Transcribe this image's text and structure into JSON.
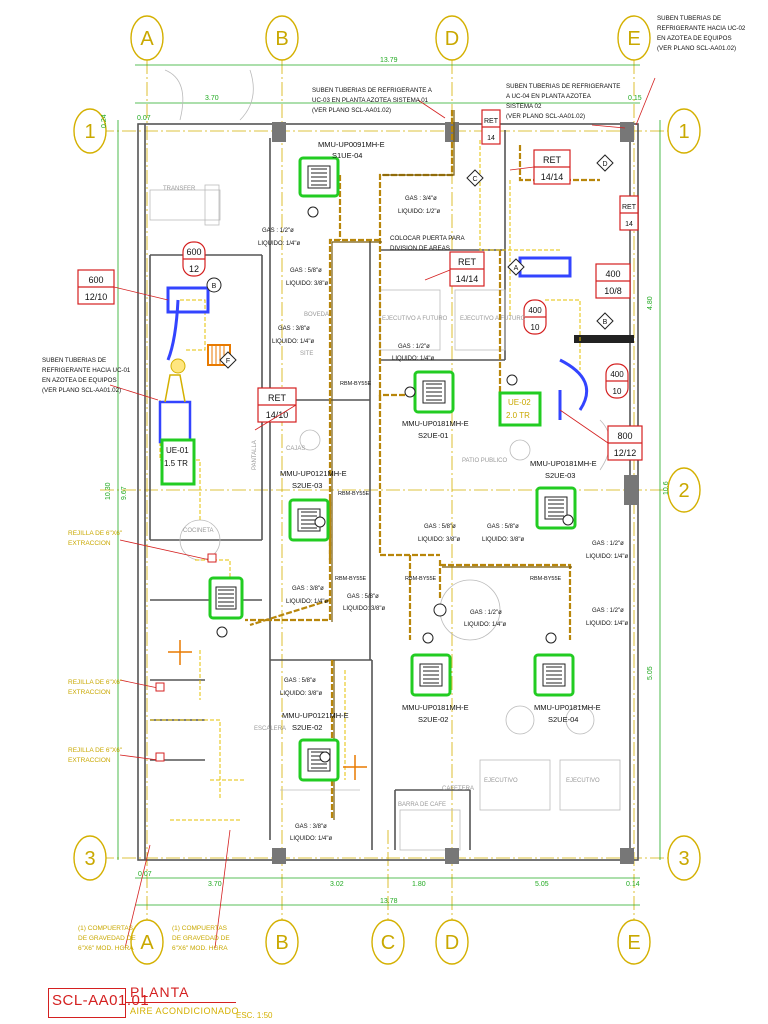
{
  "grid": {
    "cols": [
      "A",
      "B",
      "C",
      "D",
      "E"
    ],
    "rows": [
      "1",
      "2",
      "3"
    ]
  },
  "dims": {
    "top_total": "13.79",
    "top_seg_a": "3.70",
    "top_right": "0.15",
    "left_top": "0.24",
    "left_07": "0.07",
    "left_total": "10.30",
    "left_mid": "9.67",
    "right_top": "4.80",
    "right_mid": "10.6",
    "right_low": "5.05",
    "bot_a": "0.07",
    "bot_b": "3.70",
    "bot_c": "3.02",
    "bot_d": "1.80",
    "bot_e": "5.05",
    "bot_r": "0.14",
    "bot_total": "13.78"
  },
  "notes": {
    "top_uc03": [
      "SUBEN TUBERIAS DE REFRIGERANTE A",
      "UC-03 EN PLANTA AZOTEA SISTEMA 01",
      "(VER PLANO SCL-AA01.02)"
    ],
    "top_uc04": [
      "SUBEN TUBERIAS DE REFRIGERANTE",
      "A UC-04   EN PLANTA AZOTEA",
      "SISTEMA 02",
      "(VER PLANO SCL-AA01.02)"
    ],
    "top_uc02": [
      "SUBEN TUBERIAS DE",
      "REFRIGERANTE HACIA UC-02",
      "EN AZOTEA DE EQUIPOS",
      "(VER PLANO SCL-AA01.02)"
    ],
    "left_uc01": [
      "SUBEN TUBERIAS DE",
      "REFRIGERANTE HACIA UC-01",
      "EN AZOTEA DE EQUIPOS",
      "(VER PLANO SCL-AA01.02)"
    ],
    "puerta": [
      "COLOCAR PUERTA PARA",
      "DIVISION DE AREAS"
    ],
    "bot_comp1": [
      "(1) COMPUERTAS",
      "DE GRAVEDAD DE",
      "6\"X6\" MOD. HGRA"
    ],
    "bot_comp2": [
      "(1) COMPUERTAS",
      "DE GRAVEDAD DE",
      "6\"X6\" MOD. HGRA"
    ]
  },
  "units": [
    {
      "model": "MMU-UP0091MH-E",
      "tag": "S1UE-04"
    },
    {
      "model": "MMU-UP0181MH-E",
      "tag": "S2UE-01"
    },
    {
      "model": "MMU-UP0121MH-E",
      "tag": "S2UE-03"
    },
    {
      "model": "MMU-UP0181MH-E",
      "tag": "S2UE-03"
    },
    {
      "model": "MMU-UP0121MH-E",
      "tag": "S2UE-02"
    },
    {
      "model": "MMU-UP0181MH-E",
      "tag": "S2UE-02"
    },
    {
      "model": "MMU-UP0181MH-E",
      "tag": "S2UE-04"
    }
  ],
  "ue01": {
    "tag": "UE-01",
    "cap": "1.5 TR"
  },
  "ue02": {
    "tag": "UE-02",
    "cap": "2.0 TR"
  },
  "tags": {
    "b600_12": [
      "600",
      "12"
    ],
    "b600_1210": [
      "600",
      "12/10"
    ],
    "ret_1410": [
      "RET",
      "14/10"
    ],
    "ret_1414a": [
      "RET",
      "14/14"
    ],
    "ret_1414b": [
      "RET",
      "14/14"
    ],
    "ret_14a": [
      "RET",
      "14"
    ],
    "ret_14b": [
      "RET",
      "14"
    ],
    "b400_108": [
      "400",
      "10/8"
    ],
    "b400_10a": [
      "400",
      "10"
    ],
    "b400_10b": [
      "400",
      "10"
    ],
    "b800_1212": [
      "800",
      "12/12"
    ]
  },
  "pipes": {
    "g34": "GAS : 3/4\"ø",
    "l12": "LIQUIDO: 1/2\"ø",
    "g12": "GAS : 1/2\"ø",
    "l14": "LIQUIDO: 1/4\"ø",
    "g58": "GAS : 5/8\"ø",
    "l38": "LIQUIDO: 3/8\"ø",
    "g38": "GAS : 3/8\"ø"
  },
  "rbm": {
    "a": "RBM-BY55E",
    "b": "RBM-BY55E",
    "c": "RBM-BY55E",
    "d": "RBM-BY55E",
    "e": "RBM-BY55E"
  },
  "rejilla": [
    "REJILLA DE 6\"X6\"",
    "EXTRACCION"
  ],
  "rooms": {
    "transfer": "TRANSFER",
    "cocineta": "COCINETA",
    "pantalla": "PANTALLA",
    "ejec_fut1": "EJECUTIVO A FUTURO",
    "ejec_fut2": "EJECUTIVO A FUTURO",
    "patio": "PATIO PUBLICO",
    "barra": "BARRA DE CAFE",
    "cafetera": "CAFETERA",
    "ejec1": "EJECUTIVO",
    "ejec2": "EJECUTIVO",
    "caja": "CAJAS",
    "boveda": "BOVEDA",
    "site": "SITE",
    "escalera": "ESCALERA"
  },
  "letters": {
    "b": "B",
    "f": "F",
    "c": "C",
    "d": "D",
    "a": "A"
  },
  "title": {
    "code": "SCL-AA01.01",
    "name": "PLANTA",
    "sub": "AIRE ACONDICIONADO",
    "scale": "ESC. 1:50"
  },
  "colors": {
    "red": "#d42020",
    "yellow": "#e6c200",
    "green": "#22cc22",
    "blue": "#3344ff",
    "duct": "#b8860b"
  }
}
